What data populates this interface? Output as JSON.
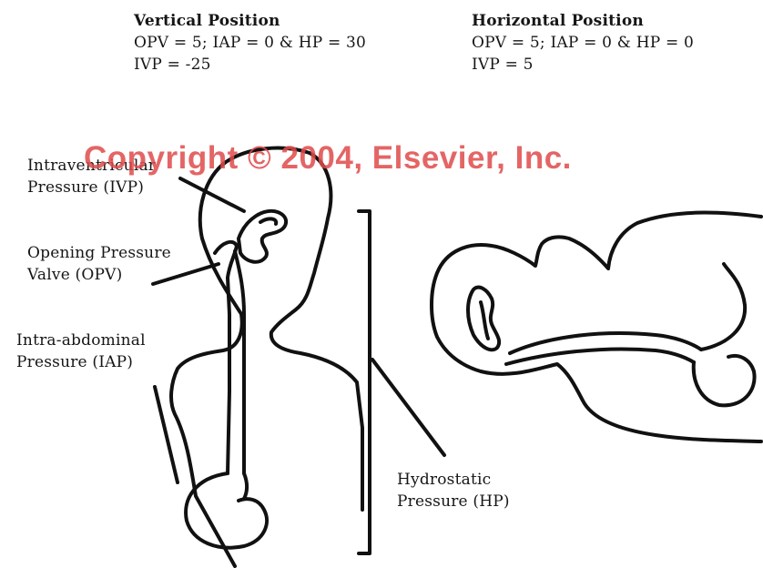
{
  "vertical": {
    "title": "Vertical Position",
    "values_line": "OPV = 5; IAP = 0 & HP = 30",
    "ivp_line": "IVP = -25"
  },
  "horizontal": {
    "title": "Horizontal Position",
    "values_line": "OPV = 5; IAP = 0 & HP = 0",
    "ivp_line": "IVP = 5"
  },
  "labels": {
    "ivp": [
      "Intraventricular",
      "Pressure (IVP)"
    ],
    "opv": [
      "Opening Pressure",
      "Valve (OPV)"
    ],
    "iap": [
      "Intra-abdominal",
      "Pressure (IAP)"
    ],
    "hp": [
      "Hydrostatic",
      "Pressure (HP)"
    ]
  },
  "watermark": "Copyright © 2004, Elsevier, Inc.",
  "colors": {
    "line": "#111111",
    "watermark": "#e04b4b"
  }
}
